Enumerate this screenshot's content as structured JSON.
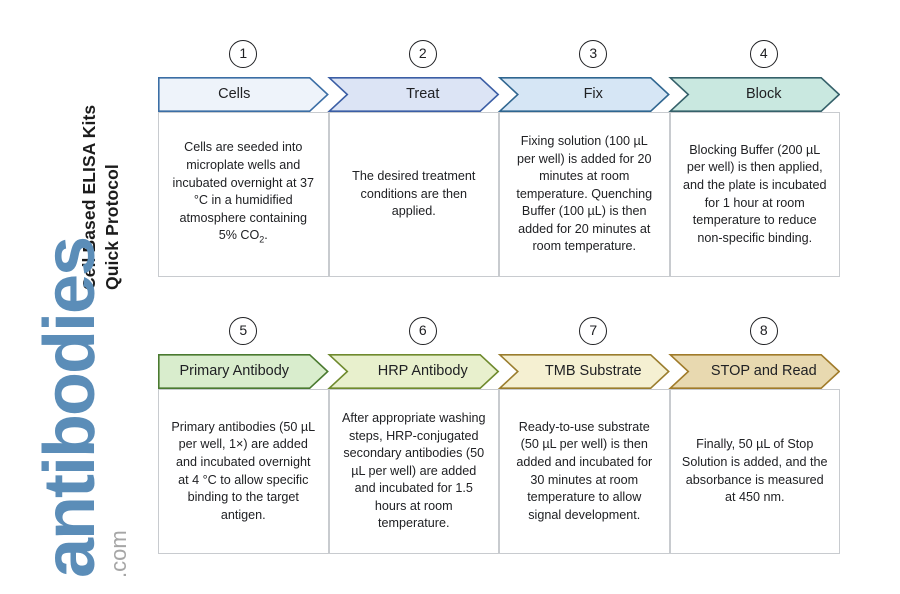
{
  "title": {
    "line1": "Cell Based ELISA Kits",
    "line2": "Quick Protocol"
  },
  "watermark": {
    "brand": "antibodies",
    "tld": ".com",
    "brand_color": "#5b8db8",
    "tld_color": "#a6a6a6"
  },
  "flow": {
    "rows": [
      {
        "name": "row-1",
        "steps": [
          {
            "number": "1",
            "label": "Cells",
            "fill": "#eef3fa",
            "stroke": "#3b6ea5",
            "body": "Cells are seeded into microplate wells and incubated overnight at 37 °C in a humidified atmosphere containing 5% CO₂."
          },
          {
            "number": "2",
            "label": "Treat",
            "fill": "#dce4f5",
            "stroke": "#3b5ea5",
            "body": "The desired treatment conditions are then applied."
          },
          {
            "number": "3",
            "label": "Fix",
            "fill": "#d6e6f5",
            "stroke": "#2f6690",
            "body": "Fixing solution (100 µL per well) is added for 20 minutes at room temperature. Quenching Buffer (100 µL) is then added for 20 minutes at room temperature."
          },
          {
            "number": "4",
            "label": "Block",
            "fill": "#c9e8e0",
            "stroke": "#35616a",
            "body": "Blocking Buffer (200 µL per well) is then applied, and the plate is incubated for 1 hour at room temperature to reduce non-specific binding."
          }
        ]
      },
      {
        "name": "row-2",
        "steps": [
          {
            "number": "5",
            "label": "Primary Antibody",
            "fill": "#d9edcd",
            "stroke": "#4a7a30",
            "body": "Primary antibodies (50 µL per well, 1×) are added and incubated overnight at 4 °C to allow specific binding to the target antigen."
          },
          {
            "number": "6",
            "label": "HRP Antibody",
            "fill": "#e8f0cd",
            "stroke": "#6f8a2e",
            "body": "After appropriate washing steps, HRP-conjugated secondary antibodies (50 µL per well) are added and incubated for 1.5 hours at room temperature."
          },
          {
            "number": "7",
            "label": "TMB Substrate",
            "fill": "#f5f0d2",
            "stroke": "#9a7d2e",
            "body": "Ready-to-use substrate (50 µL per well) is then added and incubated for 30 minutes at room temperature to allow signal development."
          },
          {
            "number": "8",
            "label": "STOP and Read",
            "fill": "#e8d9b0",
            "stroke": "#a07b2a",
            "body": "Finally, 50 µL of Stop Solution is added, and the absorbance is measured at 450 nm."
          }
        ]
      }
    ]
  }
}
